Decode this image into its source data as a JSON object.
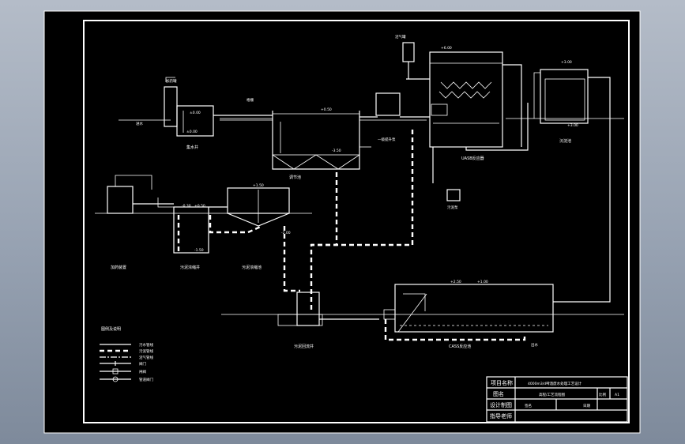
{
  "colors": {
    "background": "#000000",
    "lines": "#ffffff",
    "window": "#9aa5b5"
  },
  "labels": {
    "dosing_tank": "加药罐",
    "raw_water_well": "集水井",
    "grille": "格栅",
    "conditioning_tank": "调节池",
    "lift_pump": "一级提升泵",
    "uasb": "UASB反应器",
    "sedimentation": "沉淀池",
    "biogas_tank": "沼气罐",
    "sludge_pump": "污泥泵",
    "sludge_dosing": "加药装置",
    "sludge_well": "污泥浓缩井",
    "sludge_thickener": "污泥浓缩池",
    "sludge_return_well": "污泥回流井",
    "sbr": "CASS反应池",
    "discharge": "出水",
    "inlet": "进水",
    "elev_01": "±0.00",
    "elev_02": "±0.00",
    "elev_03": "+0.50",
    "elev_04": "-3.50",
    "elev_05": "+6.00",
    "elev_06": "+3.00",
    "elev_07": "-0.30",
    "elev_08": "+0.50",
    "elev_09": "-1.50",
    "elev_10": "+1.50",
    "elev_11": "-2.00",
    "elev_12": "+2.50",
    "elev_13": "+1.00",
    "elev_14": "+3.00"
  },
  "legend": {
    "title": "图例及说明",
    "items": [
      "污水管线",
      "污泥管线",
      "沼气管线",
      "阀门",
      "闸阀",
      "管道阀门"
    ]
  },
  "title_block": {
    "project_label": "项目名称",
    "project_value": "4000m3/d啤酒废水处理工艺设计",
    "drawing_label": "图名",
    "drawing_value": "高程/工艺流程图",
    "scale_label": "比例",
    "sheet_no": "A1",
    "designer_label": "设计制图",
    "sign_label": "签名",
    "date_label": "日期",
    "reviewer_label": "指导老师"
  }
}
